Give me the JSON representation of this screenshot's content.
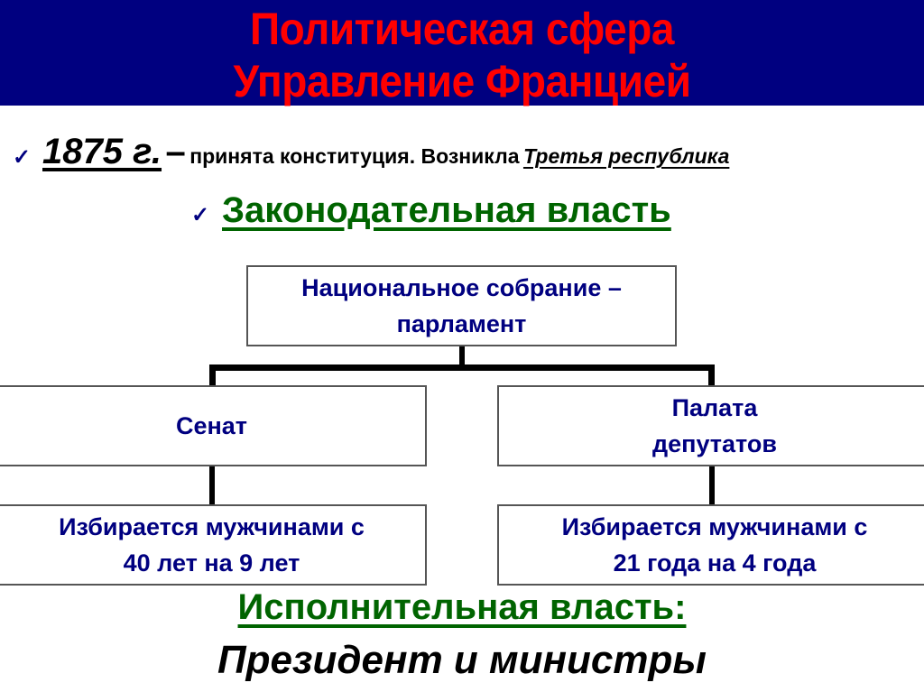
{
  "header": {
    "title_line1": "Политическая сфера",
    "title_line2": "Управление Францией",
    "background_color": "#000080",
    "title_color": "#ff0000"
  },
  "bullets": [
    {
      "icon": "checkmark-icon",
      "year": "1875 г.",
      "dash": "–",
      "text": "принята конституция. Возникла",
      "emphasis": "Третья республика"
    },
    {
      "icon": "checkmark-icon",
      "text": "Законодательная власть",
      "color": "#006400"
    }
  ],
  "diagram": {
    "root": {
      "line1": "Национальное собрание –",
      "line2": "парламент"
    },
    "left": {
      "chamber": "Сенат",
      "election_line1": "Избирается мужчинами с",
      "election_line2": "40 лет на 9 лет"
    },
    "right": {
      "chamber_line1": "Палата",
      "chamber_line2": "депутатов",
      "election_line1": "Избирается мужчинами с",
      "election_line2": "21 года на 4 года"
    },
    "text_color": "#000080"
  },
  "executive": {
    "heading": "Исполнительная власть:",
    "body": "Президент и министры"
  }
}
